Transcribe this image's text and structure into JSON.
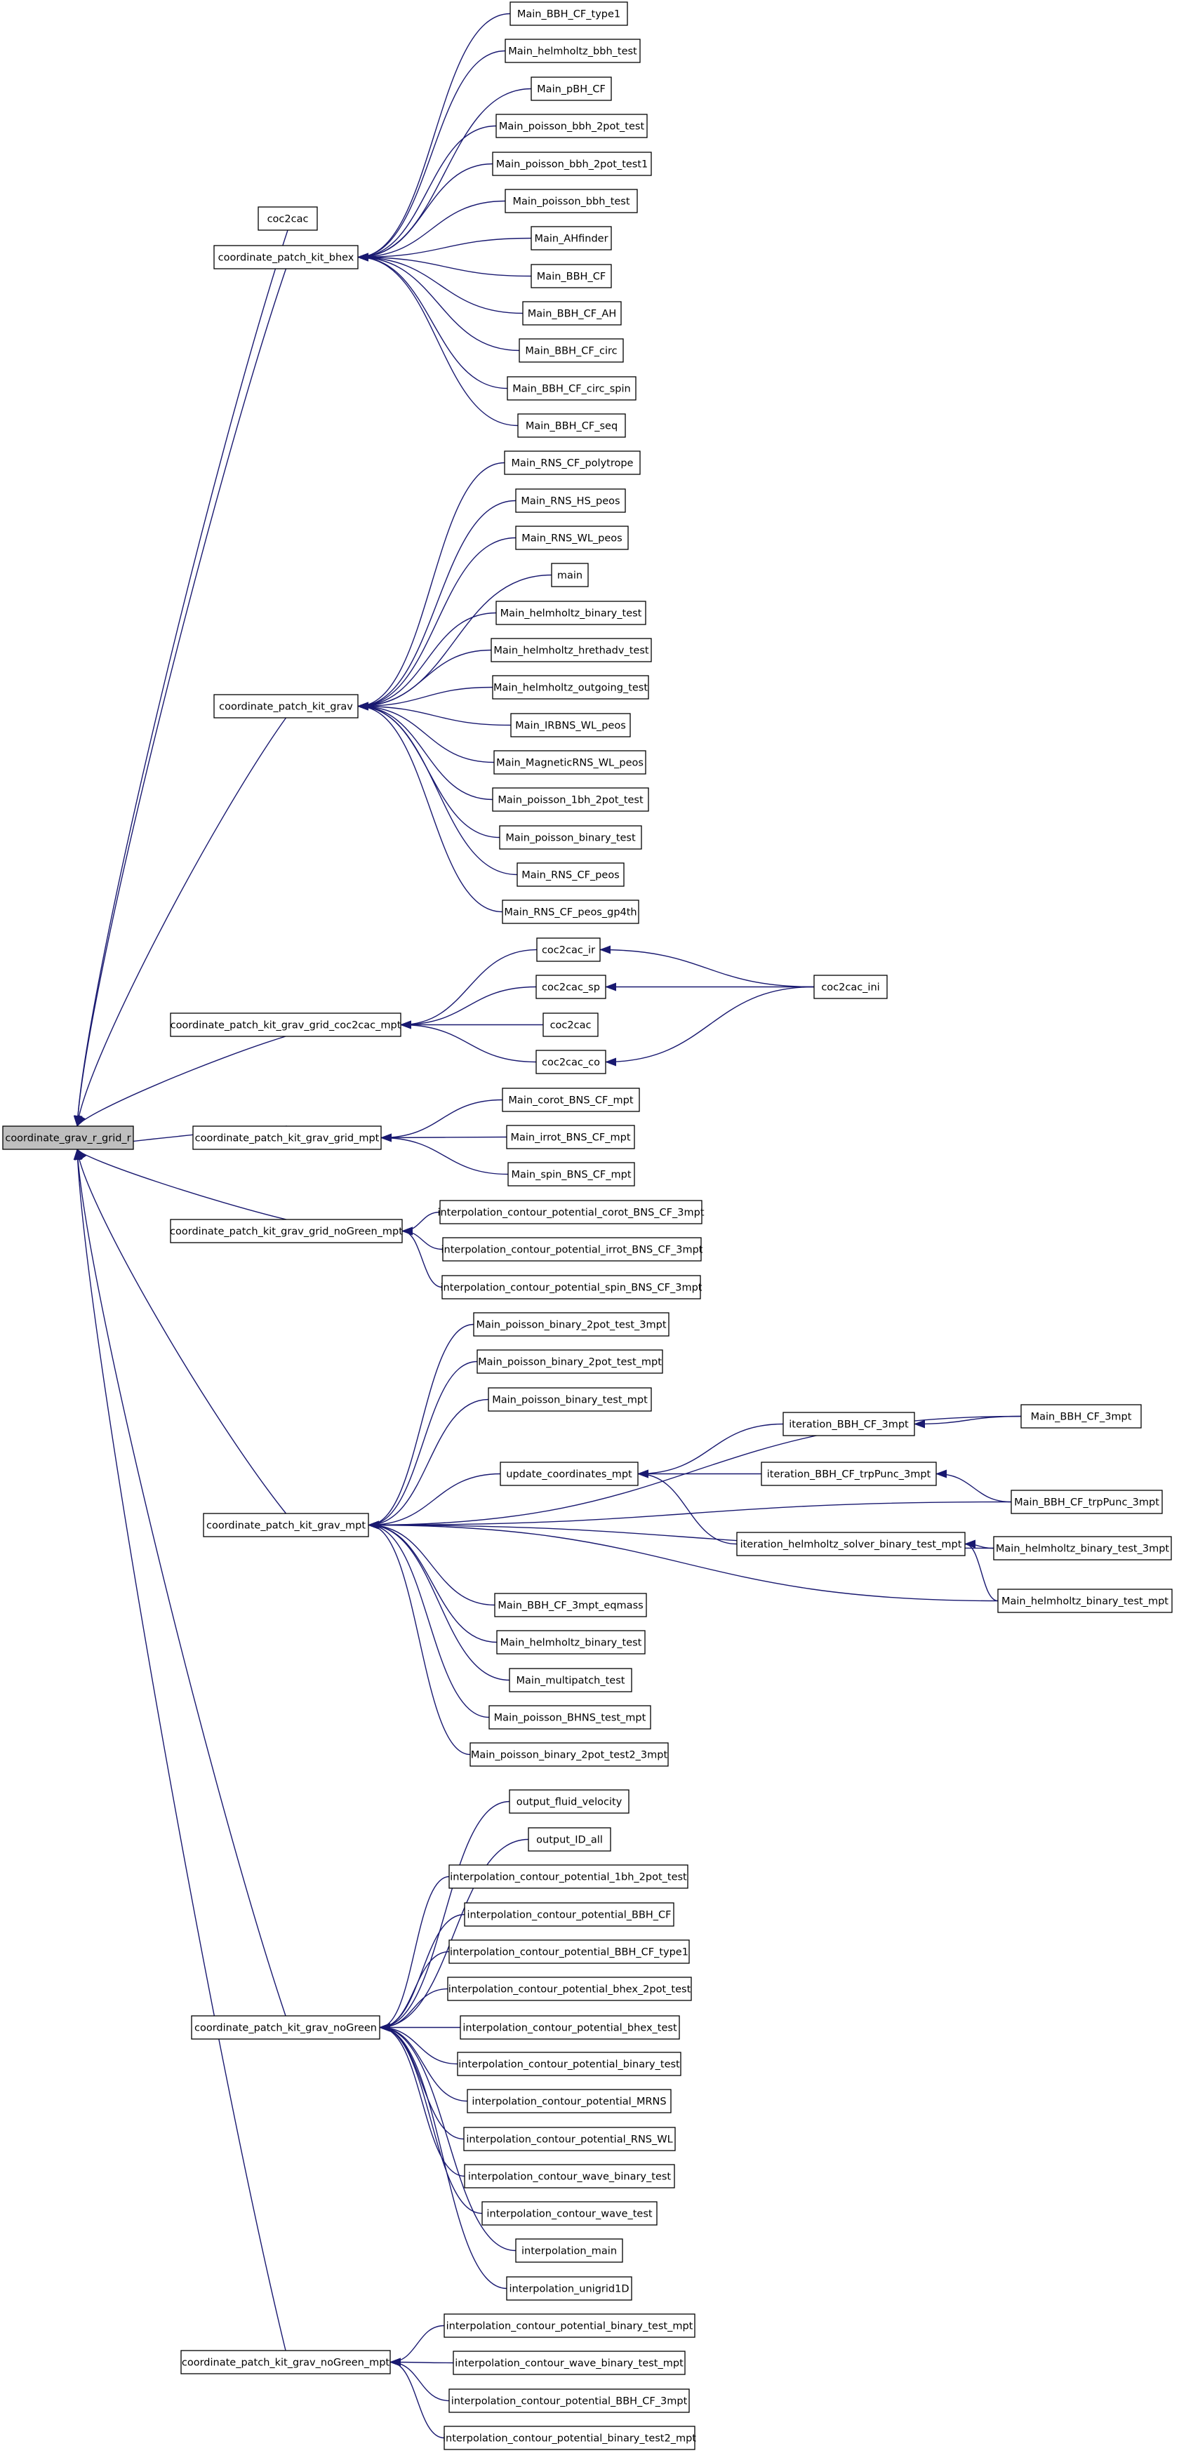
{
  "edge_color": "#191970",
  "nodes": [
    {
      "id": "root",
      "label": "coordinate_grav_r_grid_r",
      "root": true
    },
    {
      "id": "coc2cac_a",
      "label": "coc2cac"
    },
    {
      "id": "bhex",
      "label": "coordinate_patch_kit_bhex"
    },
    {
      "id": "grav",
      "label": "coordinate_patch_kit_grav"
    },
    {
      "id": "coc2cac_mpt",
      "label": "coordinate_patch_kit_grav_grid_coc2cac_mpt"
    },
    {
      "id": "grid_mpt",
      "label": "coordinate_patch_kit_grav_grid_mpt"
    },
    {
      "id": "nogreen_grid_mpt",
      "label": "coordinate_patch_kit_grav_grid_noGreen_mpt"
    },
    {
      "id": "grav_mpt",
      "label": "coordinate_patch_kit_grav_mpt"
    },
    {
      "id": "grav_nogreen",
      "label": "coordinate_patch_kit_grav_noGreen"
    },
    {
      "id": "grav_nogreen_mpt",
      "label": "coordinate_patch_kit_grav_noGreen_mpt"
    },
    {
      "id": "b1",
      "label": "Main_BBH_CF_type1"
    },
    {
      "id": "b2",
      "label": "Main_helmholtz_bbh_test"
    },
    {
      "id": "b3",
      "label": "Main_pBH_CF"
    },
    {
      "id": "b4",
      "label": "Main_poisson_bbh_2pot_test"
    },
    {
      "id": "b5",
      "label": "Main_poisson_bbh_2pot_test1"
    },
    {
      "id": "b6",
      "label": "Main_poisson_bbh_test"
    },
    {
      "id": "b7",
      "label": "Main_AHfinder"
    },
    {
      "id": "b8",
      "label": "Main_BBH_CF"
    },
    {
      "id": "b9",
      "label": "Main_BBH_CF_AH"
    },
    {
      "id": "b10",
      "label": "Main_BBH_CF_circ"
    },
    {
      "id": "b11",
      "label": "Main_BBH_CF_circ_spin"
    },
    {
      "id": "b12",
      "label": "Main_BBH_CF_seq"
    },
    {
      "id": "g1",
      "label": "Main_RNS_CF_polytrope"
    },
    {
      "id": "g2",
      "label": "Main_RNS_HS_peos"
    },
    {
      "id": "g3",
      "label": "Main_RNS_WL_peos"
    },
    {
      "id": "g4",
      "label": "main"
    },
    {
      "id": "g5",
      "label": "Main_helmholtz_binary_test"
    },
    {
      "id": "g6",
      "label": "Main_helmholtz_hrethadv_test"
    },
    {
      "id": "g7",
      "label": "Main_helmholtz_outgoing_test"
    },
    {
      "id": "g8",
      "label": "Main_IRBNS_WL_peos"
    },
    {
      "id": "g9",
      "label": "Main_MagneticRNS_WL_peos"
    },
    {
      "id": "g10",
      "label": "Main_poisson_1bh_2pot_test"
    },
    {
      "id": "g11",
      "label": "Main_poisson_binary_test"
    },
    {
      "id": "g12",
      "label": "Main_RNS_CF_peos"
    },
    {
      "id": "g13",
      "label": "Main_RNS_CF_peos_gp4th"
    },
    {
      "id": "c_ir",
      "label": "coc2cac_ir"
    },
    {
      "id": "c_sp",
      "label": "coc2cac_sp"
    },
    {
      "id": "c_b",
      "label": "coc2cac"
    },
    {
      "id": "c_co",
      "label": "coc2cac_co"
    },
    {
      "id": "c_ini",
      "label": "coc2cac_ini"
    },
    {
      "id": "m1",
      "label": "Main_corot_BNS_CF_mpt"
    },
    {
      "id": "m2",
      "label": "Main_irrot_BNS_CF_mpt"
    },
    {
      "id": "m3",
      "label": "Main_spin_BNS_CF_mpt"
    },
    {
      "id": "n1",
      "label": "interpolation_contour_potential_corot_BNS_CF_3mpt"
    },
    {
      "id": "n2",
      "label": "interpolation_contour_potential_irrot_BNS_CF_3mpt"
    },
    {
      "id": "n3",
      "label": "interpolation_contour_potential_spin_BNS_CF_3mpt"
    },
    {
      "id": "p1",
      "label": "Main_poisson_binary_2pot_test_3mpt"
    },
    {
      "id": "p2",
      "label": "Main_poisson_binary_2pot_test_mpt"
    },
    {
      "id": "p3",
      "label": "Main_poisson_binary_test_mpt"
    },
    {
      "id": "p4",
      "label": "update_coordinates_mpt"
    },
    {
      "id": "p5",
      "label": "Main_BBH_CF_3mpt_eqmass"
    },
    {
      "id": "p6",
      "label": "Main_helmholtz_binary_test"
    },
    {
      "id": "p7",
      "label": "Main_multipatch_test"
    },
    {
      "id": "p8",
      "label": "Main_poisson_BHNS_test_mpt"
    },
    {
      "id": "p9",
      "label": "Main_poisson_binary_2pot_test2_3mpt"
    },
    {
      "id": "it1",
      "label": "iteration_BBH_CF_3mpt"
    },
    {
      "id": "it2",
      "label": "iteration_BBH_CF_trpPunc_3mpt"
    },
    {
      "id": "it3",
      "label": "iteration_helmholtz_solver_binary_test_mpt"
    },
    {
      "id": "r1",
      "label": "Main_BBH_CF_3mpt"
    },
    {
      "id": "r2",
      "label": "Main_BBH_CF_trpPunc_3mpt"
    },
    {
      "id": "r3",
      "label": "Main_helmholtz_binary_test_3mpt"
    },
    {
      "id": "r4",
      "label": "Main_helmholtz_binary_test_mpt"
    },
    {
      "id": "q1",
      "label": "output_fluid_velocity"
    },
    {
      "id": "q2",
      "label": "output_ID_all"
    },
    {
      "id": "q3",
      "label": "interpolation_contour_potential_1bh_2pot_test"
    },
    {
      "id": "q4",
      "label": "interpolation_contour_potential_BBH_CF"
    },
    {
      "id": "q5",
      "label": "interpolation_contour_potential_BBH_CF_type1"
    },
    {
      "id": "q6",
      "label": "interpolation_contour_potential_bhex_2pot_test"
    },
    {
      "id": "q7",
      "label": "interpolation_contour_potential_bhex_test"
    },
    {
      "id": "q8",
      "label": "interpolation_contour_potential_binary_test"
    },
    {
      "id": "q9",
      "label": "interpolation_contour_potential_MRNS"
    },
    {
      "id": "q10",
      "label": "interpolation_contour_potential_RNS_WL"
    },
    {
      "id": "q11",
      "label": "interpolation_contour_wave_binary_test"
    },
    {
      "id": "q12",
      "label": "interpolation_contour_wave_test"
    },
    {
      "id": "q13",
      "label": "interpolation_main"
    },
    {
      "id": "q14",
      "label": "interpolation_unigrid1D"
    },
    {
      "id": "s1",
      "label": "interpolation_contour_potential_binary_test_mpt"
    },
    {
      "id": "s2",
      "label": "interpolation_contour_wave_binary_test_mpt"
    },
    {
      "id": "s3",
      "label": "interpolation_contour_potential_BBH_CF_3mpt"
    },
    {
      "id": "s4",
      "label": "interpolation_contour_potential_binary_test2_mpt"
    }
  ],
  "edges": [
    [
      "coc2cac_a",
      "root"
    ],
    [
      "bhex",
      "root"
    ],
    [
      "grav",
      "root"
    ],
    [
      "coc2cac_mpt",
      "root"
    ],
    [
      "grid_mpt",
      "root"
    ],
    [
      "nogreen_grid_mpt",
      "root"
    ],
    [
      "grav_mpt",
      "root"
    ],
    [
      "grav_nogreen",
      "root"
    ],
    [
      "grav_nogreen_mpt",
      "root"
    ],
    [
      "b1",
      "bhex"
    ],
    [
      "b2",
      "bhex"
    ],
    [
      "b3",
      "bhex"
    ],
    [
      "b4",
      "bhex"
    ],
    [
      "b5",
      "bhex"
    ],
    [
      "b6",
      "bhex"
    ],
    [
      "b7",
      "bhex"
    ],
    [
      "b8",
      "bhex"
    ],
    [
      "b9",
      "bhex"
    ],
    [
      "b10",
      "bhex"
    ],
    [
      "b11",
      "bhex"
    ],
    [
      "b12",
      "bhex"
    ],
    [
      "g1",
      "grav"
    ],
    [
      "g2",
      "grav"
    ],
    [
      "g3",
      "grav"
    ],
    [
      "g4",
      "grav"
    ],
    [
      "g5",
      "grav"
    ],
    [
      "g6",
      "grav"
    ],
    [
      "g7",
      "grav"
    ],
    [
      "g8",
      "grav"
    ],
    [
      "g9",
      "grav"
    ],
    [
      "g10",
      "grav"
    ],
    [
      "g11",
      "grav"
    ],
    [
      "g12",
      "grav"
    ],
    [
      "g13",
      "grav"
    ],
    [
      "c_ir",
      "coc2cac_mpt"
    ],
    [
      "c_sp",
      "coc2cac_mpt"
    ],
    [
      "c_b",
      "coc2cac_mpt"
    ],
    [
      "c_co",
      "coc2cac_mpt"
    ],
    [
      "c_ini",
      "c_ir"
    ],
    [
      "c_ini",
      "c_sp"
    ],
    [
      "c_ini",
      "c_co"
    ],
    [
      "m1",
      "grid_mpt"
    ],
    [
      "m2",
      "grid_mpt"
    ],
    [
      "m3",
      "grid_mpt"
    ],
    [
      "n1",
      "nogreen_grid_mpt"
    ],
    [
      "n2",
      "nogreen_grid_mpt"
    ],
    [
      "n3",
      "nogreen_grid_mpt"
    ],
    [
      "p1",
      "grav_mpt"
    ],
    [
      "p2",
      "grav_mpt"
    ],
    [
      "p3",
      "grav_mpt"
    ],
    [
      "r1",
      "grav_mpt"
    ],
    [
      "p4",
      "grav_mpt"
    ],
    [
      "r2",
      "grav_mpt"
    ],
    [
      "r3",
      "grav_mpt"
    ],
    [
      "r4",
      "grav_mpt"
    ],
    [
      "p5",
      "grav_mpt"
    ],
    [
      "p6",
      "grav_mpt"
    ],
    [
      "p7",
      "grav_mpt"
    ],
    [
      "p8",
      "grav_mpt"
    ],
    [
      "p9",
      "grav_mpt"
    ],
    [
      "it1",
      "p4"
    ],
    [
      "it2",
      "p4"
    ],
    [
      "it3",
      "p4"
    ],
    [
      "r1",
      "it1"
    ],
    [
      "r2",
      "it2"
    ],
    [
      "r3",
      "it3"
    ],
    [
      "r4",
      "it3"
    ],
    [
      "q1",
      "grav_nogreen"
    ],
    [
      "q2",
      "grav_nogreen"
    ],
    [
      "q3",
      "grav_nogreen"
    ],
    [
      "q4",
      "grav_nogreen"
    ],
    [
      "q5",
      "grav_nogreen"
    ],
    [
      "q6",
      "grav_nogreen"
    ],
    [
      "q7",
      "grav_nogreen"
    ],
    [
      "q8",
      "grav_nogreen"
    ],
    [
      "q9",
      "grav_nogreen"
    ],
    [
      "q10",
      "grav_nogreen"
    ],
    [
      "q11",
      "grav_nogreen"
    ],
    [
      "q12",
      "grav_nogreen"
    ],
    [
      "q13",
      "grav_nogreen"
    ],
    [
      "q14",
      "grav_nogreen"
    ],
    [
      "s1",
      "grav_nogreen_mpt"
    ],
    [
      "s2",
      "grav_nogreen_mpt"
    ],
    [
      "s3",
      "grav_nogreen_mpt"
    ],
    [
      "s4",
      "grav_nogreen_mpt"
    ]
  ]
}
